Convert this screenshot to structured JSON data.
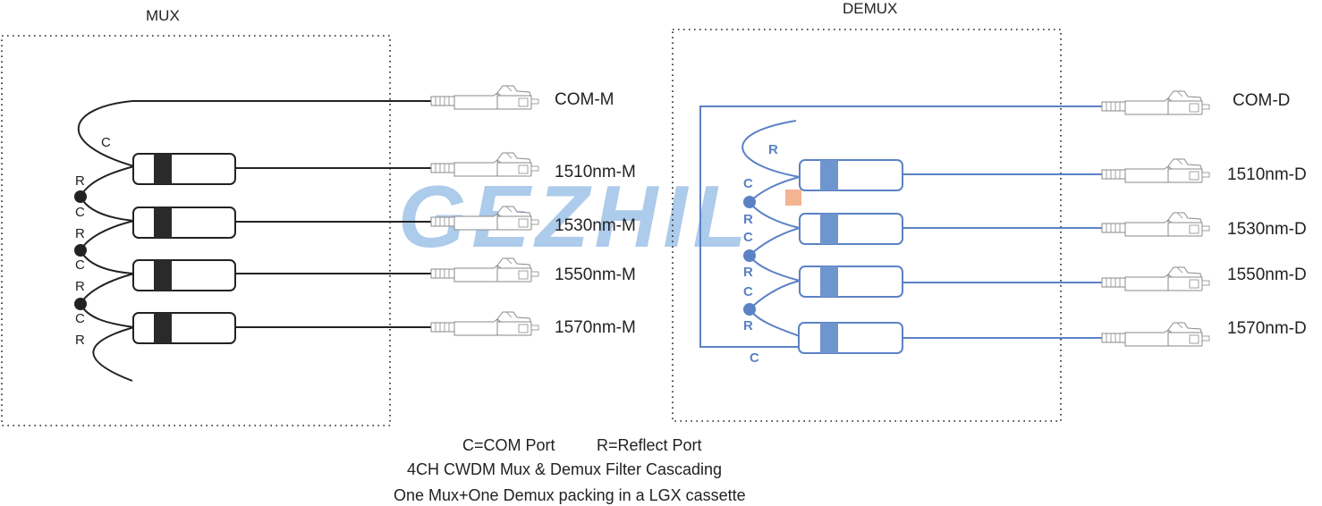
{
  "colors": {
    "mux_line": "#222222",
    "demux_line": "#5b82c4",
    "filter_band_mux": "#2a2a2a",
    "filter_band_demux": "#6f95cf",
    "watermark_blue": "#a9c9ea",
    "watermark_orange": "#f3b08d"
  },
  "mux": {
    "title": "MUX",
    "com_label": "COM-M",
    "channels": [
      "1510nm-M",
      "1530nm-M",
      "1550nm-M",
      "1570nm-M"
    ],
    "port_letters": [
      "C",
      "R",
      "C",
      "R",
      "C",
      "R",
      "C",
      "R"
    ]
  },
  "demux": {
    "title": "DEMUX",
    "com_label": "COM-D",
    "channels": [
      "1510nm-D",
      "1530nm-D",
      "1550nm-D",
      "1570nm-D"
    ],
    "port_letters": [
      "R",
      "C",
      "R",
      "C",
      "R",
      "C",
      "R",
      "C"
    ]
  },
  "watermark": "GEZHIL",
  "caption": {
    "legend_c": "C=COM Port",
    "legend_r": "R=Reflect Port",
    "line2": "4CH CWDM Mux & Demux Filter Cascading",
    "line3": "One Mux+One Demux packing in a LGX cassette"
  }
}
